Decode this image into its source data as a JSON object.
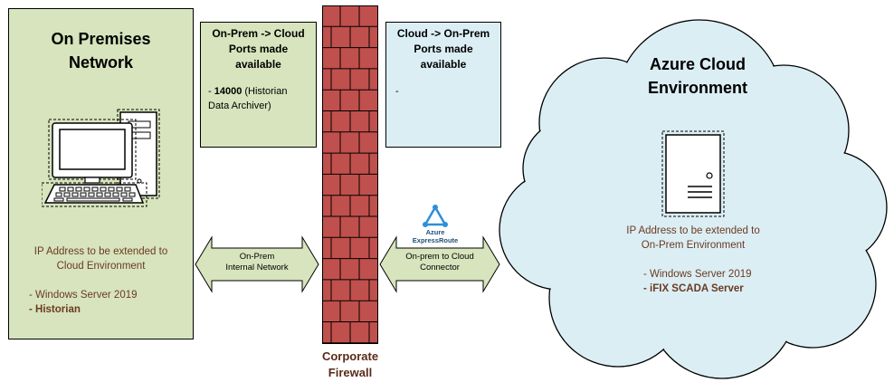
{
  "on_premises": {
    "title_line1": "On Premises",
    "title_line2": "Network",
    "ip_note_line1": "IP Address to be extended to",
    "ip_note_line2": "Cloud Environment",
    "os_item": "- Windows Server 2019",
    "role_item": "- Historian"
  },
  "onprem_to_cloud": {
    "title_line1": "On-Prem -> Cloud",
    "title_line2": "Ports made available",
    "port_dash": "- ",
    "port_number": "14000",
    "port_desc_line1": " (Historian",
    "port_desc_line2": "Data Archiver)"
  },
  "cloud_to_onprem": {
    "title_line1": "Cloud -> On-Prem",
    "title_line2": "Ports made available",
    "body": "-"
  },
  "internal_network": {
    "label_line1": "On-Prem",
    "label_line2": "Internal Network"
  },
  "connector": {
    "label_line1": "On-prem to Cloud",
    "label_line2": "Connector"
  },
  "expressroute": {
    "label_line1": "Azure",
    "label_line2": "ExpressRoute"
  },
  "firewall": {
    "label_line1": "Corporate",
    "label_line2": "Firewall"
  },
  "azure_cloud": {
    "title_line1": "Azure Cloud",
    "title_line2": "Environment",
    "ip_note_line1": "IP Address to be extended to",
    "ip_note_line2": "On-Prem Environment",
    "os_item": "- Windows Server 2019",
    "role_item": "- iFIX SCADA Server"
  },
  "colors": {
    "onprem_fill": "#d7e4bd",
    "cloud_fill": "#dbeef4",
    "firewall_fill": "#c0504d",
    "arrow_fill": "#d7e4bd",
    "label_text": "#6b3a22",
    "expressroute_blue": "#2d8fd9"
  },
  "icons": {
    "desktop": "desktop-computer-icon",
    "server": "server-tower-icon",
    "expressroute": "expressroute-icon"
  }
}
